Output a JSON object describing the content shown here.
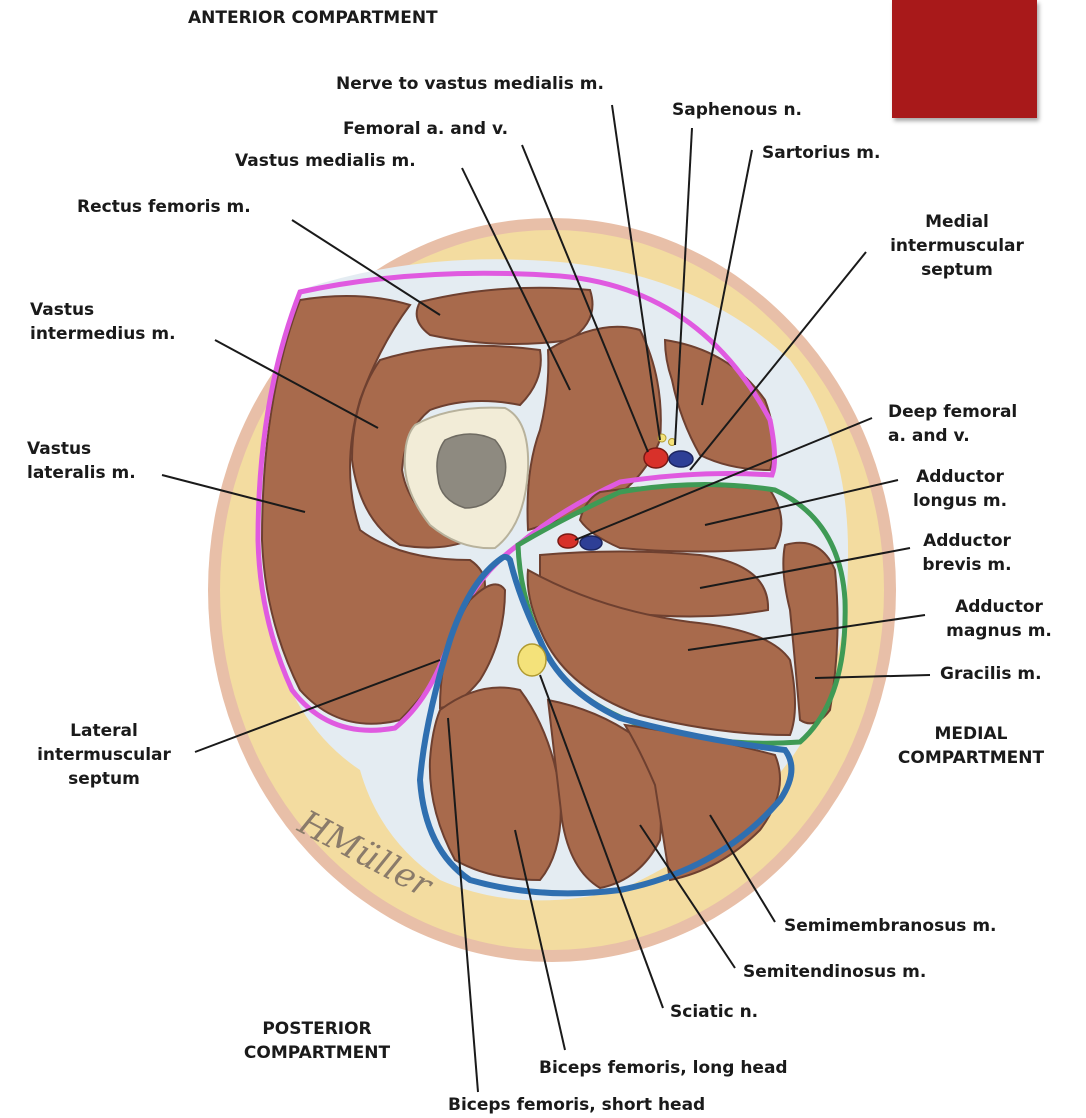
{
  "labels": {
    "anterior_compartment": "ANTERIOR COMPARTMENT",
    "nerve_to_vastus_medialis": "Nerve to vastus medialis m.",
    "saphenous_n": "Saphenous n.",
    "femoral_a_v": "Femoral a. and v.",
    "sartorius": "Sartorius m.",
    "vastus_medialis": "Vastus medialis m.",
    "rectus_femoris": "Rectus femoris m.",
    "medial_intermuscular_septum": [
      "Medial",
      "intermuscular",
      "septum"
    ],
    "vastus_intermedius": [
      "Vastus",
      "intermedius m."
    ],
    "deep_femoral_a_v": [
      "Deep femoral",
      "a. and v."
    ],
    "vastus_lateralis": [
      "Vastus",
      "lateralis m."
    ],
    "adductor_longus": [
      "Adductor",
      "longus m."
    ],
    "adductor_brevis": [
      "Adductor",
      "brevis m."
    ],
    "adductor_magnus": [
      "Adductor",
      "magnus m."
    ],
    "gracilis": "Gracilis m.",
    "lateral_intermuscular_septum": [
      "Lateral",
      "intermuscular",
      "septum"
    ],
    "medial_compartment": [
      "MEDIAL",
      "COMPARTMENT"
    ],
    "semimembranosus": "Semimembranosus m.",
    "semitendinosus": "Semitendinosus m.",
    "sciatic_n": "Sciatic n.",
    "posterior_compartment": [
      "POSTERIOR",
      "COMPARTMENT"
    ],
    "biceps_long_head": "Biceps femoris, long head",
    "biceps_short_head": "Biceps femoris, short head"
  },
  "signature": "HMüller",
  "colors": {
    "skin": "#e8bfa8",
    "fat": "#f3dca0",
    "fascia": "#e4ecf2",
    "muscle": "#a86a4c",
    "anterior_septum": "#e05ae0",
    "medial_septum": "#3f9a55",
    "posterior_septum": "#2f6fb0",
    "artery": "#d8312a",
    "vein": "#2e3f96",
    "nerve": "#f4e27a",
    "bone_cortex": "#f2ecd7",
    "marrow": "#8e8a80",
    "red_box": "#a8191a"
  }
}
